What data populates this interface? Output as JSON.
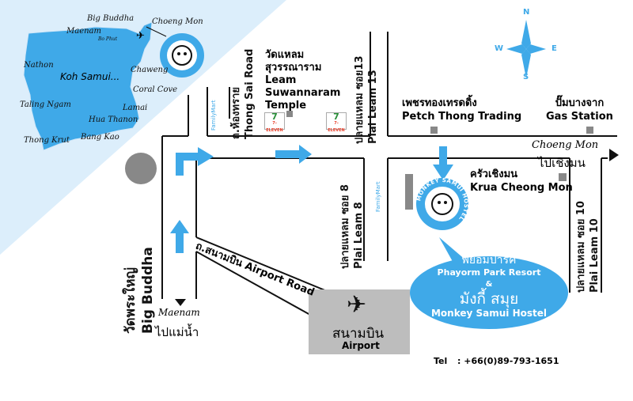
{
  "colors": {
    "accent": "#3fa9e8",
    "sea": "#dceefb",
    "island": "#3fa9e8",
    "gray": "#888888",
    "airport_box": "#bdbdbd"
  },
  "island_map": {
    "title": "Koh Samui...",
    "places": [
      "Big Buddha",
      "Choeng Mon",
      "Maenam",
      "Bo Phut",
      "Nathon",
      "Chaweng",
      "Coral Cove",
      "Taling Ngam",
      "Lamai",
      "Hua Thanon",
      "Thong Krut",
      "Bang Kao"
    ]
  },
  "logo": {
    "text": "MONKEY SAMUI HOSTEL"
  },
  "compass": {
    "n": "N",
    "s": "S",
    "e": "E",
    "w": "W"
  },
  "landmarks": {
    "temple_th": "วัดแหลม",
    "temple_th2": "สุวรรณาราม",
    "temple_en1": "Leam",
    "temple_en2": "Suwannaram",
    "temple_en3": "Temple",
    "petch_th": "เพชรทองเทรดดิ้ง",
    "petch_en": "Petch Thong Trading",
    "gas_th": "ปั๊มบางจาก",
    "gas_en": "Gas Station",
    "krua_th": "ครัวเชิงมน",
    "krua_en": "Krua Cheong Mon",
    "big_buddha_th": "วัดพระใหญ่",
    "big_buddha_en": "Big Buddha",
    "familymart": "FamilyMart",
    "seven_eleven": "7-ELEVEN"
  },
  "roads": {
    "thong_sai_th": "ถ.ห้องทราย",
    "thong_sai_en": "Thong Sai Road",
    "pl13_th": "ปลายแหลม ซอย13",
    "pl13_en": "Plai Leam 13",
    "pl8_th": "ปลายแหลม ซอย 8",
    "pl8_en": "Plai Leam 8",
    "pl10_th": "ปลายแหลม ซอย 10",
    "pl10_en": "Plai Leam 10",
    "airport_road_th": "ถ.สนามบิน",
    "airport_road_en": "Airport Road"
  },
  "directions": {
    "choeng_mon_en": "Choeng Mon",
    "choeng_mon_th": "ไปเชิงมน",
    "maenam_en": "Maenam",
    "maenam_th": "ไปแม่น้ำ"
  },
  "airport": {
    "th": "สนามบิน",
    "en": "Airport"
  },
  "bubble": {
    "line1": "พยอมปาร์ค",
    "line2": "Phayorm Park Resort",
    "amp": "&",
    "line3": "มังกี้ สมุย",
    "line4": "Monkey Samui Hostel"
  },
  "contact": {
    "label": "Tel",
    "value": ": +66(0)89-793-1651"
  }
}
